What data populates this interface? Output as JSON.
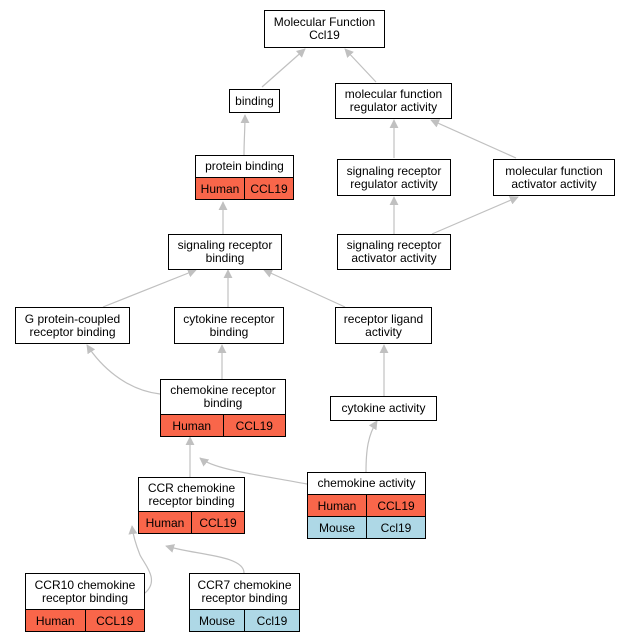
{
  "colors": {
    "human": "#F9664A",
    "mouse": "#AED8E6",
    "edge": "#C0C0C0"
  },
  "nodes": {
    "root": {
      "label": "Molecular Function\nCcl19"
    },
    "binding": {
      "label": "binding"
    },
    "mfra": {
      "label": "molecular function\nregulator activity"
    },
    "protein_binding": {
      "label": "protein binding",
      "annotations": [
        {
          "species": "Human",
          "gene": "CCL19"
        }
      ]
    },
    "srra": {
      "label": "signaling receptor\nregulator activity"
    },
    "mfaa": {
      "label": "molecular function\nactivator activity"
    },
    "srb": {
      "label": "signaling receptor\nbinding"
    },
    "sraa": {
      "label": "signaling receptor\nactivator activity"
    },
    "gpcrb": {
      "label": "G protein-coupled\nreceptor binding"
    },
    "crb": {
      "label": "cytokine receptor\nbinding"
    },
    "rla": {
      "label": "receptor ligand\nactivity"
    },
    "chemrb": {
      "label": "chemokine receptor\nbinding",
      "annotations": [
        {
          "species": "Human",
          "gene": "CCL19"
        }
      ]
    },
    "cytact": {
      "label": "cytokine activity"
    },
    "chemact": {
      "label": "chemokine activity",
      "annotations": [
        {
          "species": "Human",
          "gene": "CCL19"
        },
        {
          "species": "Mouse",
          "gene": "Ccl19"
        }
      ]
    },
    "ccrb": {
      "label": "CCR chemokine\nreceptor binding",
      "annotations": [
        {
          "species": "Human",
          "gene": "CCL19"
        }
      ]
    },
    "ccr10": {
      "label": "CCR10 chemokine\nreceptor binding",
      "annotations": [
        {
          "species": "Human",
          "gene": "CCL19"
        }
      ]
    },
    "ccr7": {
      "label": "CCR7 chemokine\nreceptor binding",
      "annotations": [
        {
          "species": "Mouse",
          "gene": "Ccl19"
        }
      ]
    }
  }
}
